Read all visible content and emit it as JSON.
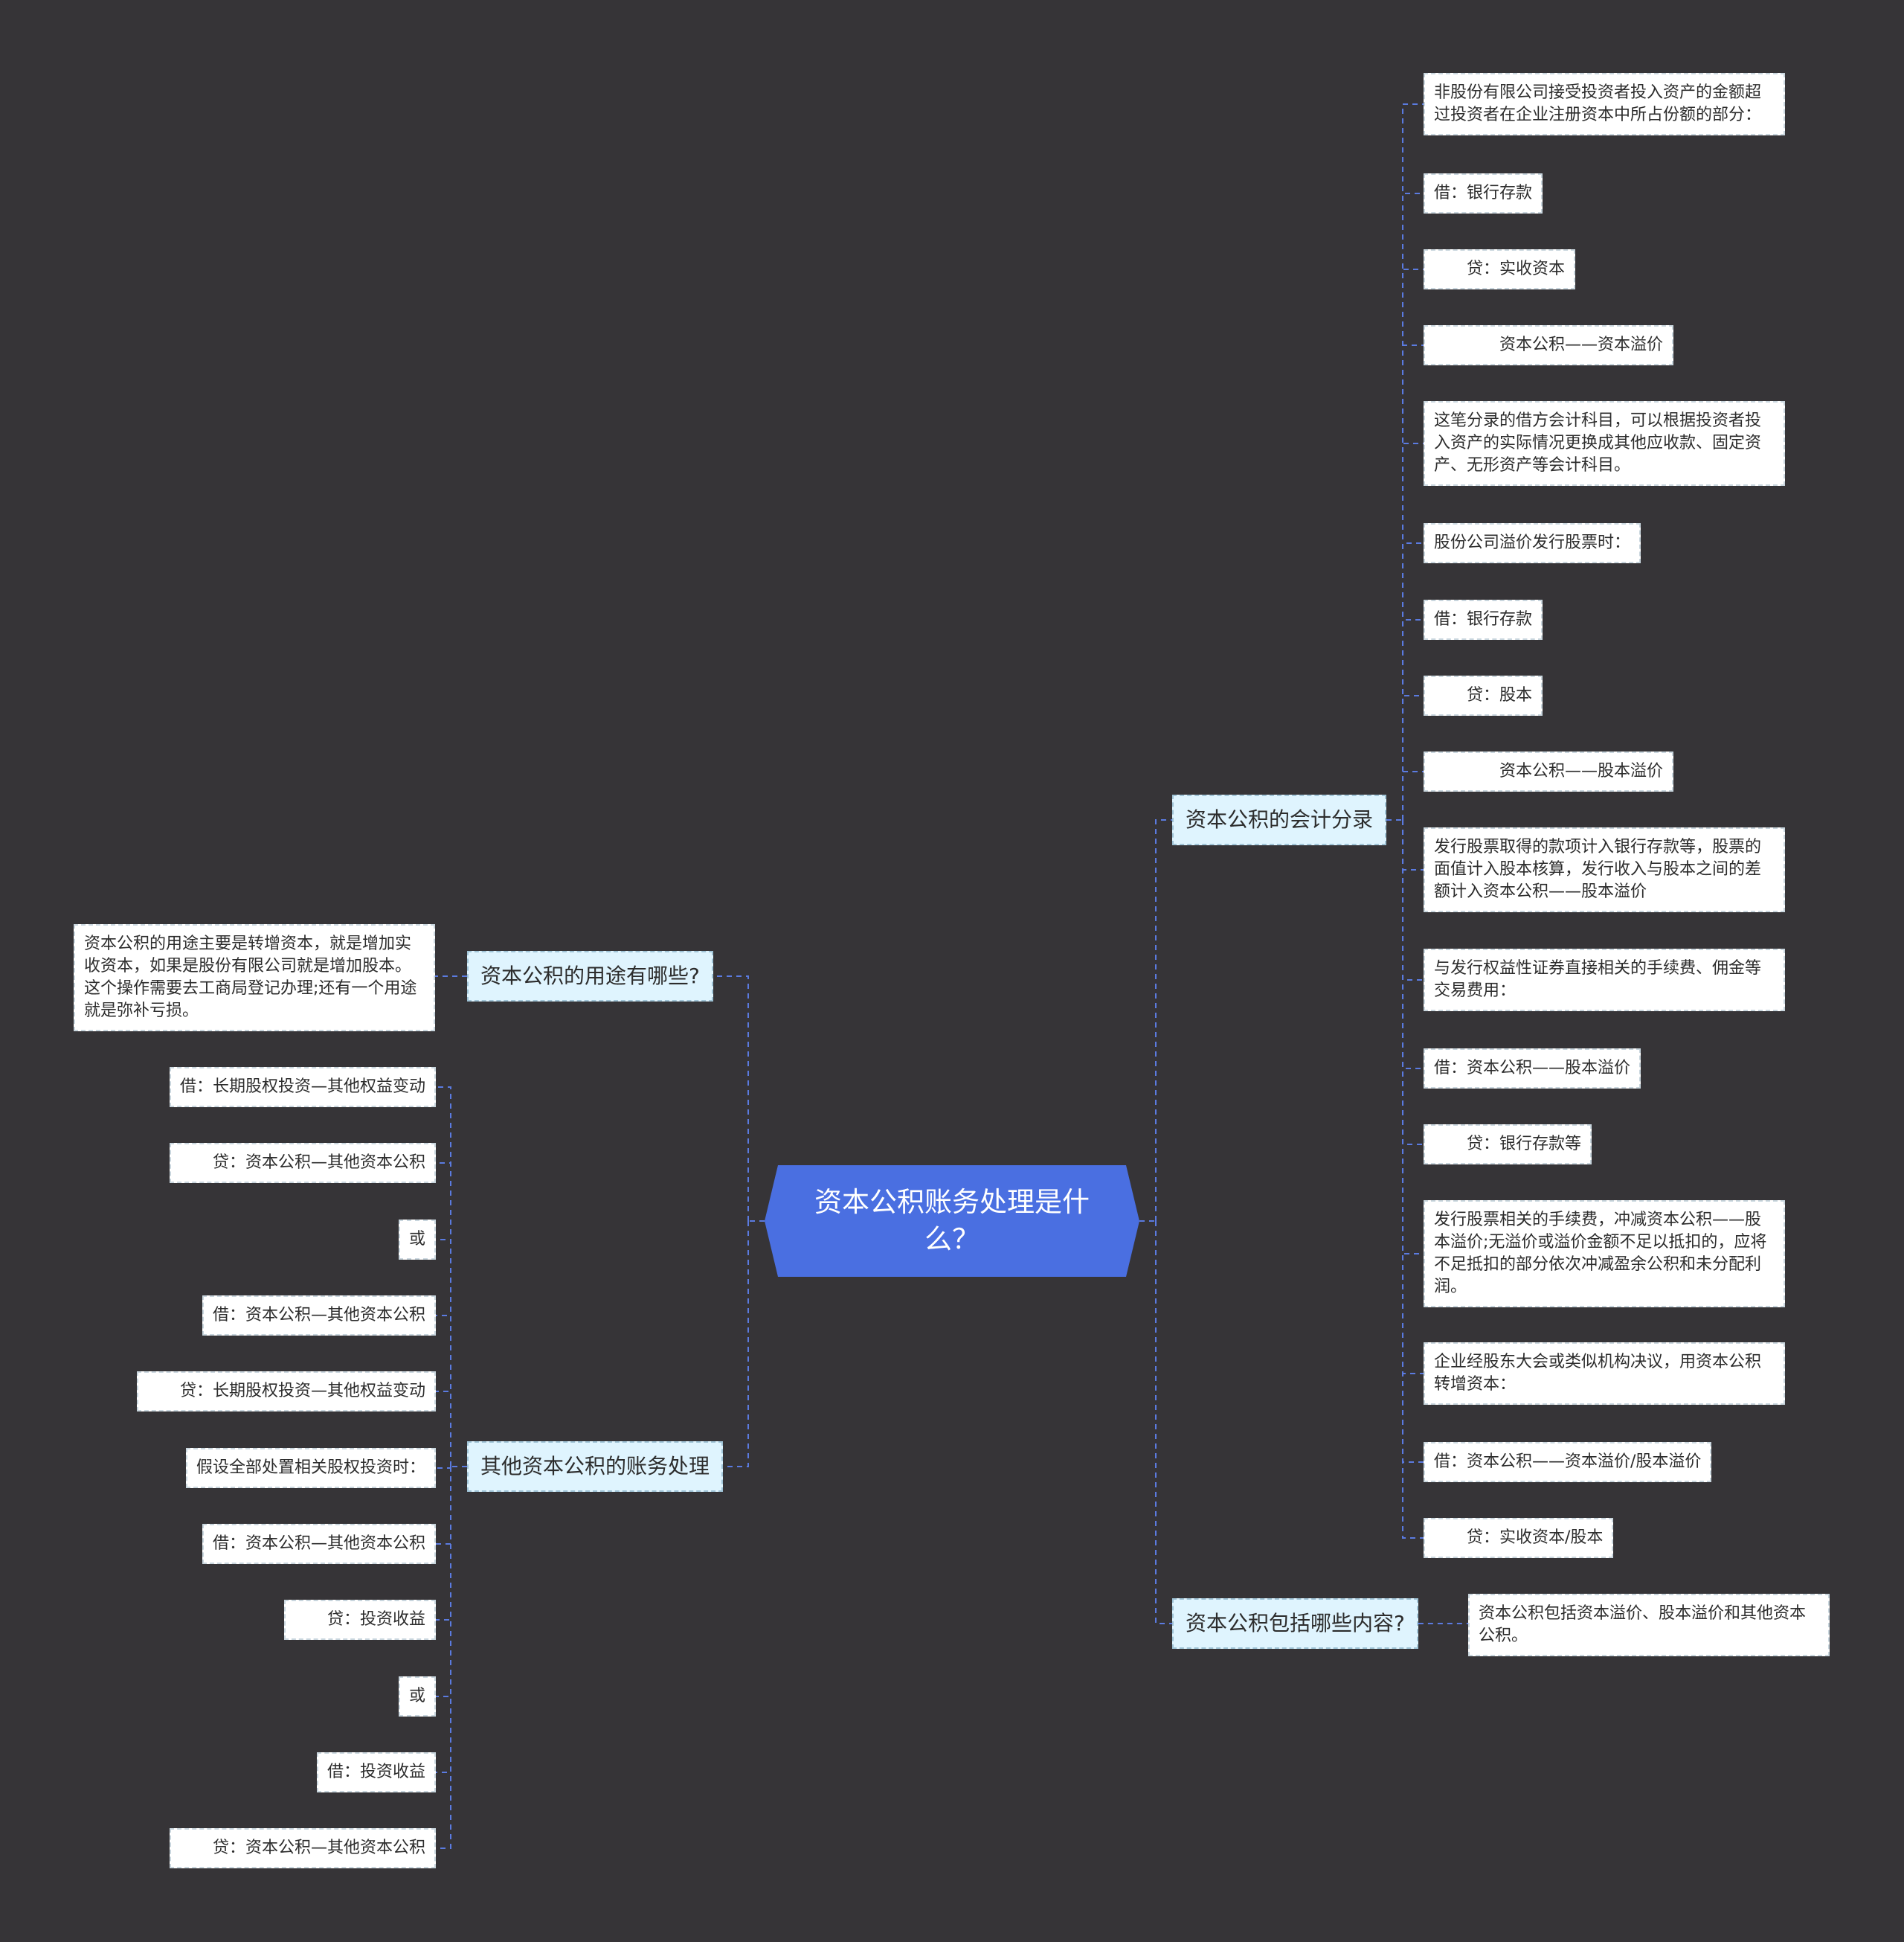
{
  "colors": {
    "background": "#363437",
    "root": "#4a6fe1",
    "branch": "#dff4fe",
    "leaf": "#ffffff",
    "connector": "#5b7be0"
  },
  "root": {
    "label": "资本公积账务处理是什么？"
  },
  "branches": {
    "accounting_entries": {
      "label": "资本公积的会计分录",
      "items": [
        "非股份有限公司接受投资者投入资产的金额超过投资者在企业注册资本中所占份额的部分：",
        "借：银行存款",
        "　　贷：实收资本",
        "　　　　资本公积——资本溢价",
        "这笔分录的借方会计科目，可以根据投资者投入资产的实际情况更换成其他应收款、固定资产、无形资产等会计科目。",
        "股份公司溢价发行股票时：",
        "借：银行存款",
        "　　贷：股本",
        "　　　　资本公积——股本溢价",
        "发行股票取得的款项计入银行存款等，股票的面值计入股本核算，发行收入与股本之间的差额计入资本公积——股本溢价",
        "与发行权益性证券直接相关的手续费、佣金等交易费用：",
        "借：资本公积——股本溢价",
        "　　贷：银行存款等",
        "发行股票相关的手续费，冲减资本公积——股本溢价;无溢价或溢价金额不足以抵扣的，应将不足抵扣的部分依次冲减盈余公积和未分配利润。",
        "企业经股东大会或类似机构决议，用资本公积转增资本：",
        "借：资本公积——资本溢价/股本溢价",
        "　　贷：实收资本/股本"
      ]
    },
    "contents": {
      "label": "资本公积包括哪些内容?",
      "items": [
        "资本公积包括资本溢价、股本溢价和其他资本公积。"
      ]
    },
    "uses": {
      "label": "资本公积的用途有哪些?",
      "items": [
        "资本公积的用途主要是转增资本，就是增加实收资本，如果是股份有限公司就是增加股本。这个操作需要去工商局登记办理;还有一个用途就是弥补亏损。"
      ]
    },
    "other": {
      "label": "其他资本公积的账务处理",
      "items": [
        "借：长期股权投资—其他权益变动",
        "　　贷：资本公积—其他资本公积",
        "或",
        "借：资本公积—其他资本公积",
        "　　贷：长期股权投资—其他权益变动",
        "假设全部处置相关股权投资时：",
        "借：资本公积—其他资本公积",
        "　　贷：投资收益",
        "或",
        "借：投资收益",
        "　　贷：资本公积—其他资本公积"
      ]
    }
  }
}
